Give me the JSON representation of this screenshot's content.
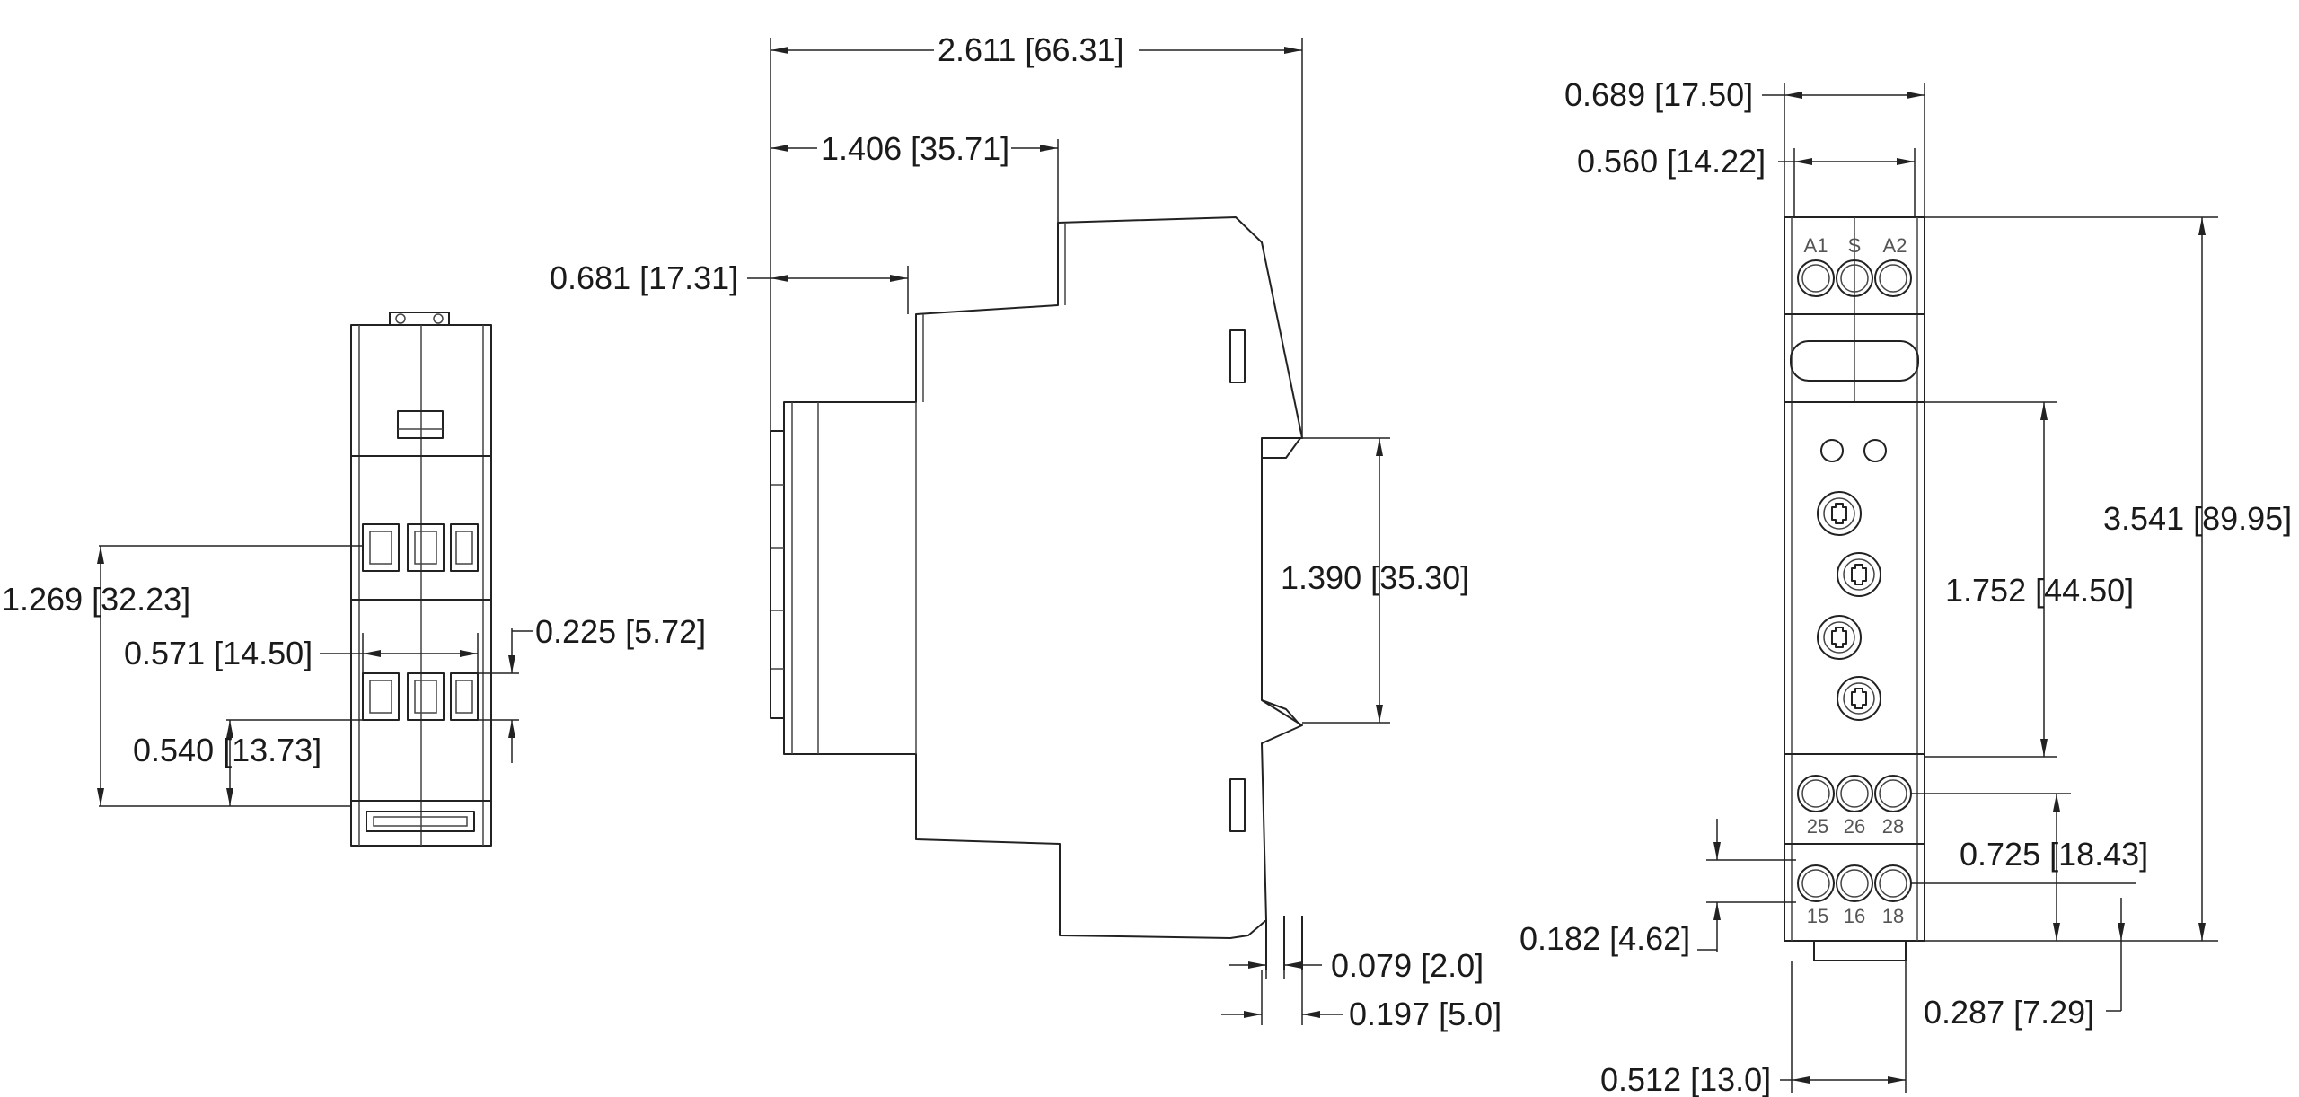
{
  "dimensions": {
    "overall_depth": "2.611 [66.31]",
    "depth_to_front_step": "1.406 [35.71]",
    "depth_to_rail_step": "0.681 [17.31]",
    "rail_height": "1.390 [35.30]",
    "rail_lip": "0.079 [2.0]",
    "rail_clip": "0.197 [5.0]",
    "rear_terminal_span": "1.269 [32.23]",
    "rear_terminal_width": "0.571 [14.50]",
    "rear_terminal_opening": "0.225 [5.72]",
    "rear_terminal_offset": "0.540 [13.73]",
    "body_width": "0.689 [17.50]",
    "top_terminal_width": "0.560 [14.22]",
    "overall_height": "3.541 [89.95]",
    "front_panel_height": "1.752 [44.50]",
    "upper_terminal_row_height": "0.725 [18.43]",
    "terminal_pitch": "0.182 [4.62]",
    "lower_terminal_offset": "0.287 [7.29]",
    "bottom_width": "0.512 [13.0]"
  },
  "terminal_labels": {
    "top": [
      "A1",
      "S",
      "A2"
    ],
    "upper_row": [
      "25",
      "26",
      "28"
    ],
    "lower_row": [
      "15",
      "16",
      "18"
    ]
  }
}
